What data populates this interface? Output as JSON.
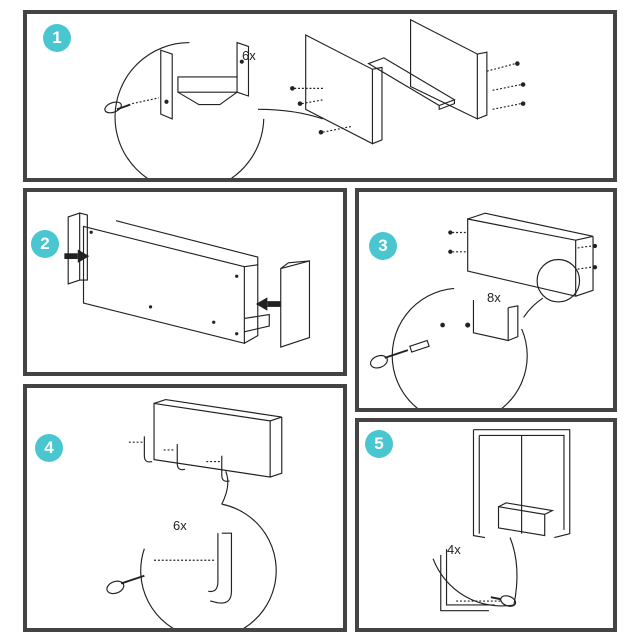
{
  "steps": [
    {
      "number": "1",
      "quantity": "6x"
    },
    {
      "number": "2"
    },
    {
      "number": "3",
      "quantity": "8x"
    },
    {
      "number": "4",
      "quantity": "6x"
    },
    {
      "number": "5",
      "quantity": "4x"
    }
  ],
  "colors": {
    "badge": "#49c6cf",
    "border": "#444444",
    "line": "#222222"
  }
}
